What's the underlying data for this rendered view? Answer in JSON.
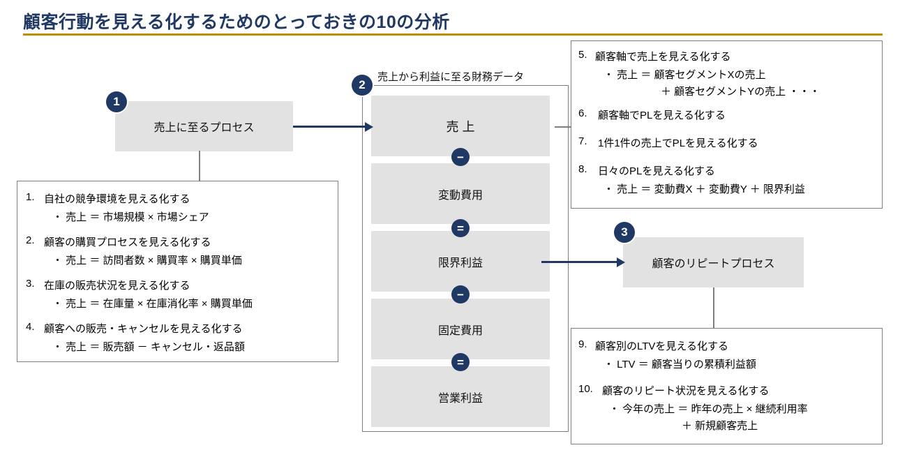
{
  "title": "顧客行動を見える化するためのとっておきの10の分析",
  "accent_color": "#1F3864",
  "rule_color": "#BF8F00",
  "box_fill": "#E2E2E2",
  "border_color": "#7E7E7E",
  "nodes": {
    "process_sales": {
      "badge": "1",
      "label": "売上に至るプロセス"
    },
    "financial": {
      "badge": "2",
      "caption": "売上から利益に至る財務データ",
      "rows": [
        {
          "label": "売 上"
        },
        {
          "label": "変動費用"
        },
        {
          "label": "限界利益"
        },
        {
          "label": "固定費用"
        },
        {
          "label": "営業利益"
        }
      ],
      "operators": [
        "−",
        "=",
        "−",
        "="
      ]
    },
    "process_repeat": {
      "badge": "3",
      "label": "顧客のリピートプロセス"
    }
  },
  "panels": {
    "left": {
      "items": [
        {
          "num": "1.",
          "head": "自社の競争環境を見える化する",
          "sub": "・ 売上 ＝ 市場規模 × 市場シェア"
        },
        {
          "num": "2.",
          "head": "顧客の購買プロセスを見える化する",
          "sub": "・ 売上 ＝ 訪問者数 × 購買率 × 購買単価"
        },
        {
          "num": "3.",
          "head": "在庫の販売状況を見える化する",
          "sub": "・ 売上 ＝ 在庫量 × 在庫消化率 × 購買単価"
        },
        {
          "num": "4.",
          "head": "顧客への販売・キャンセルを見える化する",
          "sub": "・ 売上 ＝ 販売額 － キャンセル・返品額"
        }
      ]
    },
    "top_right": {
      "items": [
        {
          "num": "5.",
          "head": "顧客軸で売上を見える化する",
          "sub": "・ 売上 ＝ 顧客セグメントXの売上",
          "sub2": "＋ 顧客セグメントYの売上 ・・・"
        },
        {
          "num": "6.",
          "head": "顧客軸でPLを見える化する",
          "sub": "",
          "sub2": ""
        },
        {
          "num": "7.",
          "head": "1件1件の売上でPLを見える化する",
          "sub": "",
          "sub2": ""
        },
        {
          "num": "8.",
          "head": "日々のPLを見える化する",
          "sub": "・ 売上 ＝ 変動費X ＋ 変動費Y ＋ 限界利益",
          "sub2": ""
        }
      ]
    },
    "bottom_right": {
      "items": [
        {
          "num": "9.",
          "head": "顧客別のLTVを見える化する",
          "sub": "・ LTV ＝ 顧客当りの累積利益額",
          "sub2": ""
        },
        {
          "num": "10.",
          "head": "顧客のリピート状況を見える化する",
          "sub": "・ 今年の売上 ＝ 昨年の売上 × 継続利用率",
          "sub2": "＋ 新規顧客売上"
        }
      ]
    }
  }
}
